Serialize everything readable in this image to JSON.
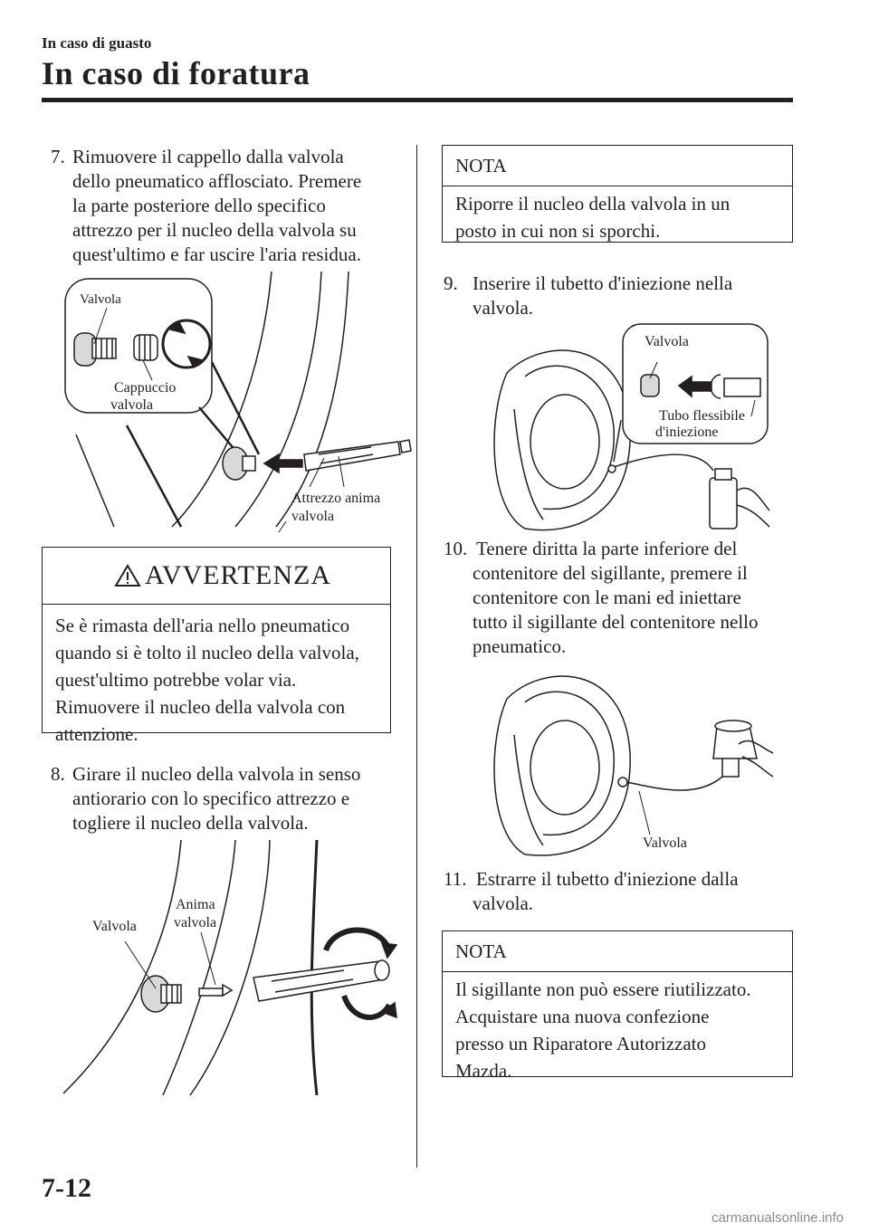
{
  "header": {
    "section": "In caso di guasto",
    "title": "In caso di foratura"
  },
  "left": {
    "step7": {
      "num": "7.",
      "lines": [
        "Rimuovere il cappello dalla valvola",
        "dello pneumatico afflosciato. Premere",
        "la parte posteriore dello specifico",
        "attrezzo per il nucleo della valvola su",
        "quest'ultimo e far uscire l'aria residua."
      ]
    },
    "fig1": {
      "label_valve": "Valvola",
      "label_cap": [
        "Cappuccio",
        "valvola"
      ],
      "label_tool": [
        "Attrezzo anima",
        "valvola"
      ]
    },
    "warning": {
      "title": "AVVERTENZA",
      "lines": [
        "Se è rimasta dell'aria nello pneumatico",
        "quando si è tolto il nucleo della valvola,",
        "quest'ultimo potrebbe volar via.",
        "Rimuovere il nucleo della valvola con",
        "attenzione."
      ]
    },
    "step8": {
      "num": "8.",
      "lines": [
        "Girare il nucleo della valvola in senso",
        "antiorario con lo specifico attrezzo e",
        "togliere il nucleo della valvola."
      ]
    },
    "fig2": {
      "label_valve": "Valvola",
      "label_core": [
        "Anima",
        "valvola"
      ]
    }
  },
  "right": {
    "note1": {
      "title": "NOTA",
      "lines": [
        "Riporre il nucleo della valvola in un",
        "posto in cui non si sporchi."
      ]
    },
    "step9": {
      "num": "9.",
      "lines": [
        "Inserire il tubetto d'iniezione nella",
        "valvola."
      ]
    },
    "fig3": {
      "label_valve": "Valvola",
      "label_hose": [
        "Tubo flessibile",
        "d'iniezione"
      ]
    },
    "step10": {
      "num": "10.",
      "lines": [
        "Tenere diritta la parte inferiore del",
        "contenitore del sigillante, premere il",
        "contenitore con le mani ed iniettare",
        "tutto il sigillante del contenitore nello",
        "pneumatico."
      ]
    },
    "fig4": {
      "label_valve": "Valvola"
    },
    "step11": {
      "num": "11.",
      "lines": [
        "Estrarre il tubetto d'iniezione dalla",
        "valvola."
      ]
    },
    "note2": {
      "title": "NOTA",
      "lines": [
        "Il sigillante non può essere riutilizzato.",
        "Acquistare una nuova confezione",
        "presso un Riparatore Autorizzato",
        "Mazda."
      ]
    }
  },
  "footer": {
    "page": "7-12",
    "watermark": "carmanualsonline.info"
  }
}
